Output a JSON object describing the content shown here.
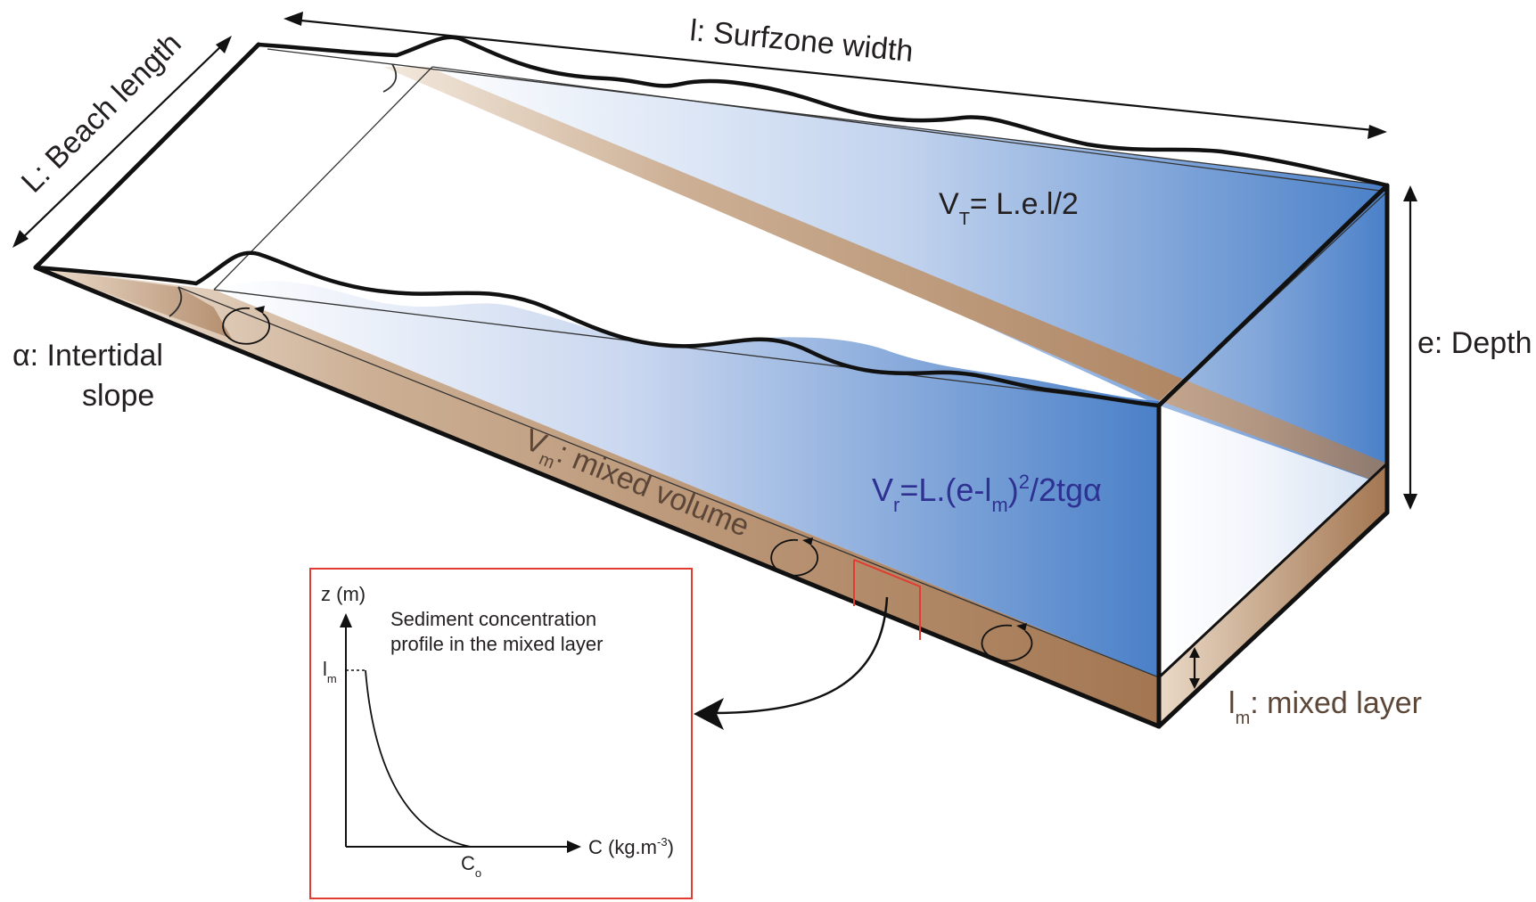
{
  "labels": {
    "surfzone_width": "l: Surfzone width",
    "beach_length": "L: Beach length",
    "alpha_symbol": "α",
    "intertidal_1": ": Intertidal",
    "intertidal_2": "slope",
    "depth": "e: Depth",
    "total_volume_v": "V",
    "total_volume_sub": "T",
    "total_volume_eq": "= L.e.l/2",
    "mixed_volume_v": "V",
    "mixed_volume_sub": "m",
    "mixed_volume_text": ": mixed volume",
    "residual_v": "V",
    "residual_sub": "r",
    "residual_eq1": "=L.(e-l",
    "residual_sub2": "m",
    "residual_eq2": ")",
    "residual_sup": "2",
    "residual_eq3": "/2tgα",
    "mixed_layer_l": "l",
    "mixed_layer_sub": "m",
    "mixed_layer_text": ": mixed layer"
  },
  "inset": {
    "y_axis_label": "z (m)",
    "x_axis_label": "C (kg.m",
    "x_axis_sup": "-3",
    "x_axis_close": ")",
    "title_line1": "Sediment concentration",
    "title_line2": "profile in the mixed layer",
    "lm_l": "l",
    "lm_sub": "m",
    "co_c": "C",
    "co_sub": "o"
  },
  "colors": {
    "water_deep": "#4a80c8",
    "water_light": "#ffffff",
    "sand_dark": "#a57a55",
    "sand_light": "#f3e9de",
    "inset_border": "#e03c31",
    "residual_text": "#2e3192",
    "mixed_text": "#5b4638"
  }
}
